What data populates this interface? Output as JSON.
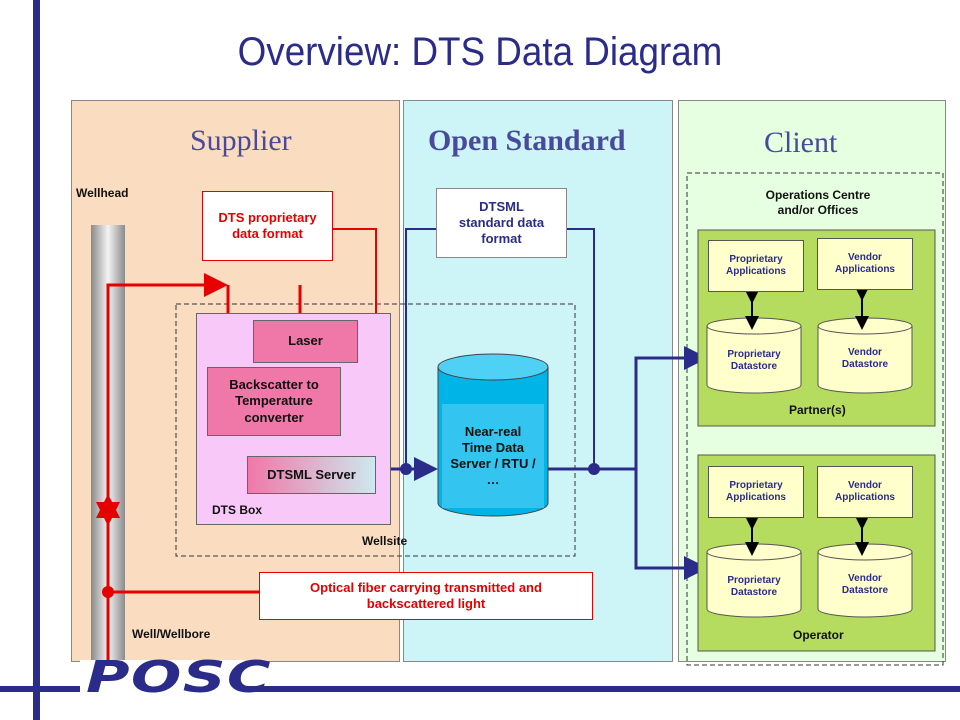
{
  "title": "Overview: DTS Data Diagram",
  "panels": {
    "supplier": "Supplier",
    "open_standard": "Open Standard",
    "client": "Client"
  },
  "supplier_side": {
    "wellhead": "Wellhead",
    "well_wellbore": "Well/Wellbore",
    "dts_proprietary": "DTS proprietary data format",
    "laser": "Laser",
    "backscatter": "Backscatter to Temperature converter",
    "dtsml_server": "DTSML Server",
    "dts_box": "DTS Box",
    "wellsite": "Wellsite",
    "optical_fiber": "Optical fiber carrying transmitted and backscattered light"
  },
  "open_standard_side": {
    "dtsml_standard": "DTSML standard data format",
    "near_real": "Near-real Time Data Server / RTU / …"
  },
  "client_side": {
    "operations_centre": "Operations Centre and/or Offices",
    "partners": "Partner(s)",
    "operator": "Operator",
    "proprietary_apps": "Proprietary Applications",
    "vendor_apps": "Vendor Applications",
    "proprietary_datastore": "Proprietary Datastore",
    "vendor_datastore": "Vendor Datastore"
  },
  "logo": "POSC",
  "colors": {
    "supplier_bg": "#fadcc0",
    "open_bg": "#cdf5f8",
    "client_bg": "#e6ffe0",
    "green_panel": "#b5dc5e",
    "app_box": "#ffffcc",
    "red": "#e60000",
    "navy": "#2b2b8a",
    "dts_box": "#f8c8f8"
  }
}
